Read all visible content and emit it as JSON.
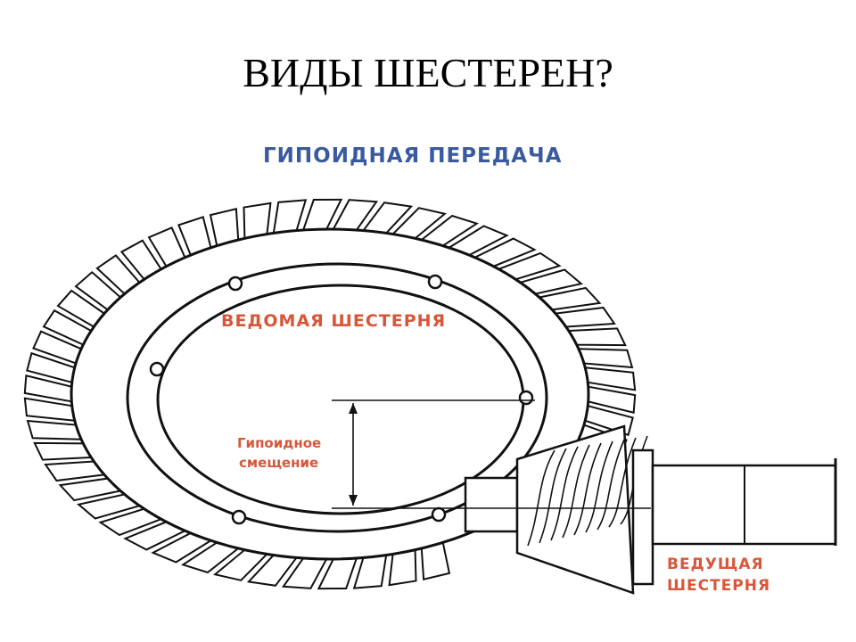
{
  "slide": {
    "title": "ВИДЫ ШЕСТЕРЕН?"
  },
  "diagram": {
    "heading": "ГИПОИДНАЯ ПЕРЕДАЧА",
    "driven_gear": "ВЕДОМАЯ ШЕСТЕРНЯ",
    "offset_line1": "Гипоидное",
    "offset_line2": "смещение",
    "drive_gear_line1": "ВЕДУЩАЯ",
    "drive_gear_line2": "ШЕСТЕРНЯ",
    "colors": {
      "heading": "#3a5aa0",
      "labels": "#d8573a",
      "line": "#111111"
    }
  }
}
